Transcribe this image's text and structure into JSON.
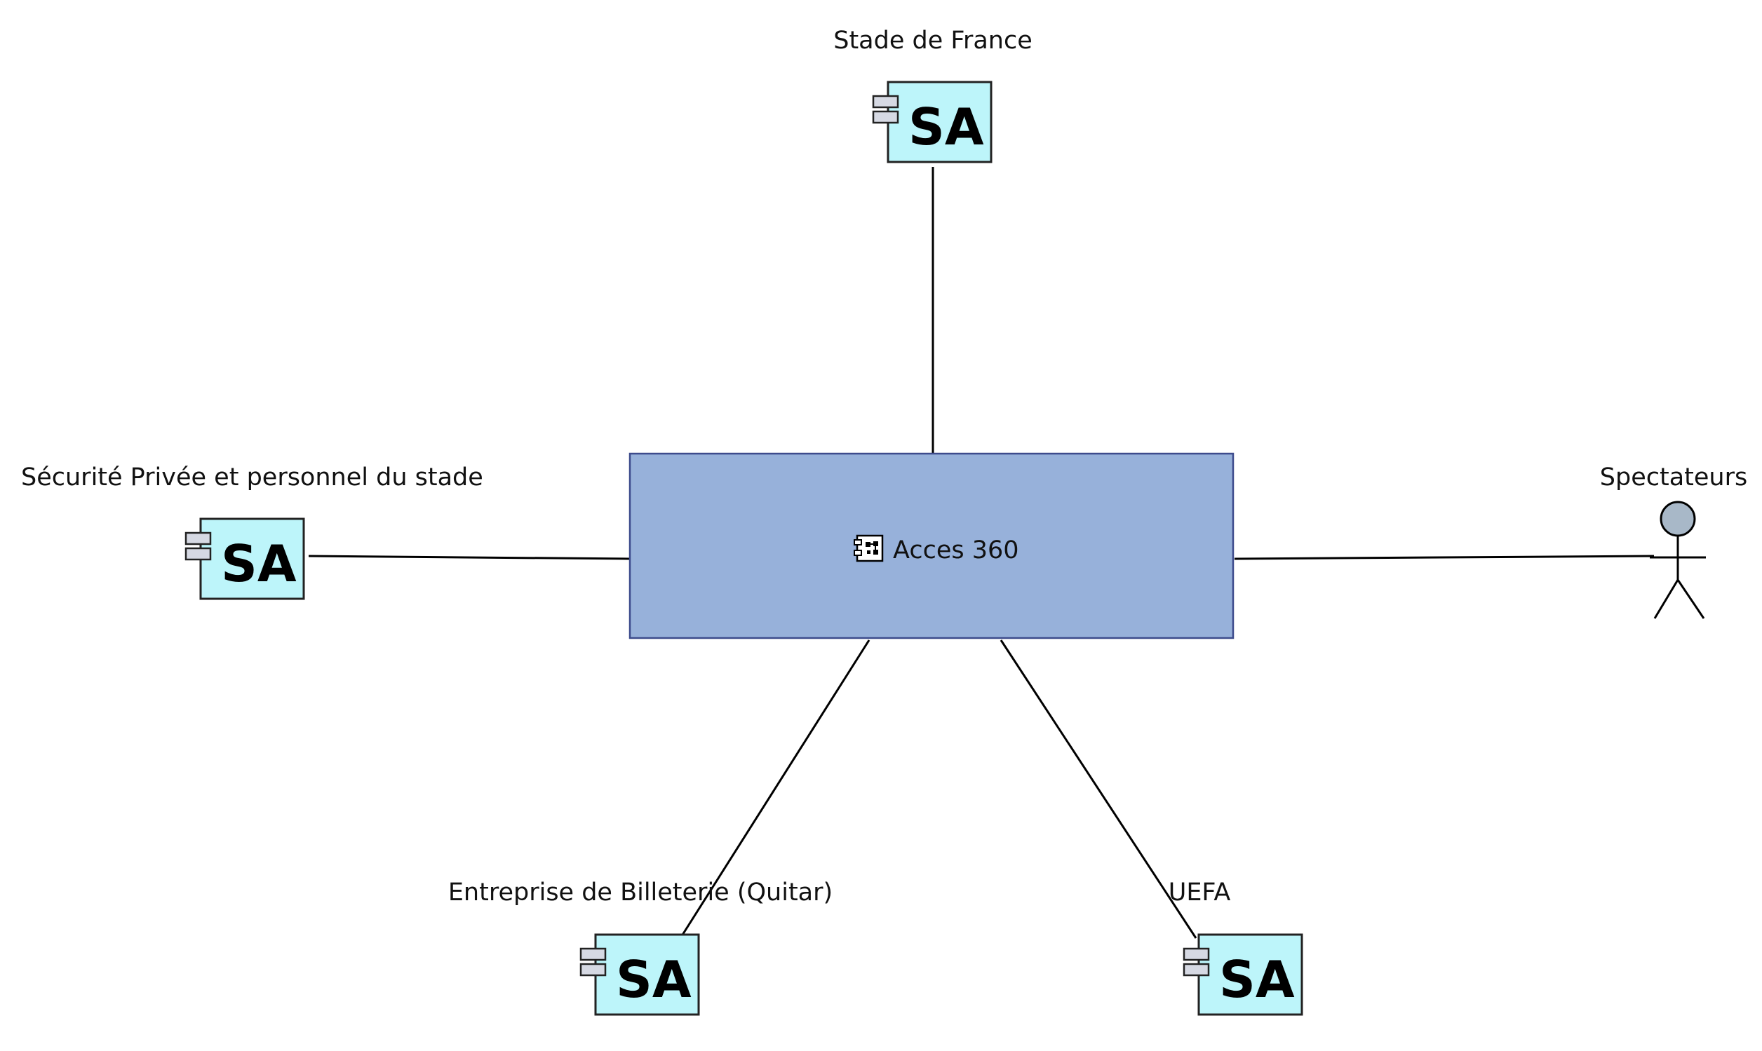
{
  "diagram": {
    "system": {
      "name": "Acces 360",
      "fill_color": "#97B1DA",
      "border_color": "#3D4B8C"
    },
    "actors": [
      {
        "id": "stade",
        "name": "Stade de France",
        "kind": "system-actor",
        "badge": "SA"
      },
      {
        "id": "securite",
        "name": "Sécurité Privée et personnel du stade",
        "kind": "system-actor",
        "badge": "SA"
      },
      {
        "id": "spectateurs",
        "name": "Spectateurs",
        "kind": "human-actor"
      },
      {
        "id": "billeterie",
        "name": "Entreprise de Billeterie (Quitar)",
        "kind": "system-actor",
        "badge": "SA"
      },
      {
        "id": "uefa",
        "name": "UEFA",
        "kind": "system-actor",
        "badge": "SA"
      }
    ],
    "connections": [
      {
        "from": "system",
        "to": "stade"
      },
      {
        "from": "system",
        "to": "securite"
      },
      {
        "from": "system",
        "to": "spectateurs"
      },
      {
        "from": "system",
        "to": "billeterie"
      },
      {
        "from": "system",
        "to": "uefa"
      }
    ],
    "colors": {
      "sa_box_fill": "#BDF5FA",
      "sa_port_fill": "#D6D9E3",
      "actor_head_fill": "#A8B8C8",
      "line": "#000000"
    },
    "icons": {
      "system": "component-icon",
      "system_actor": "system-actor-icon",
      "human_actor": "stick-figure-icon"
    }
  }
}
